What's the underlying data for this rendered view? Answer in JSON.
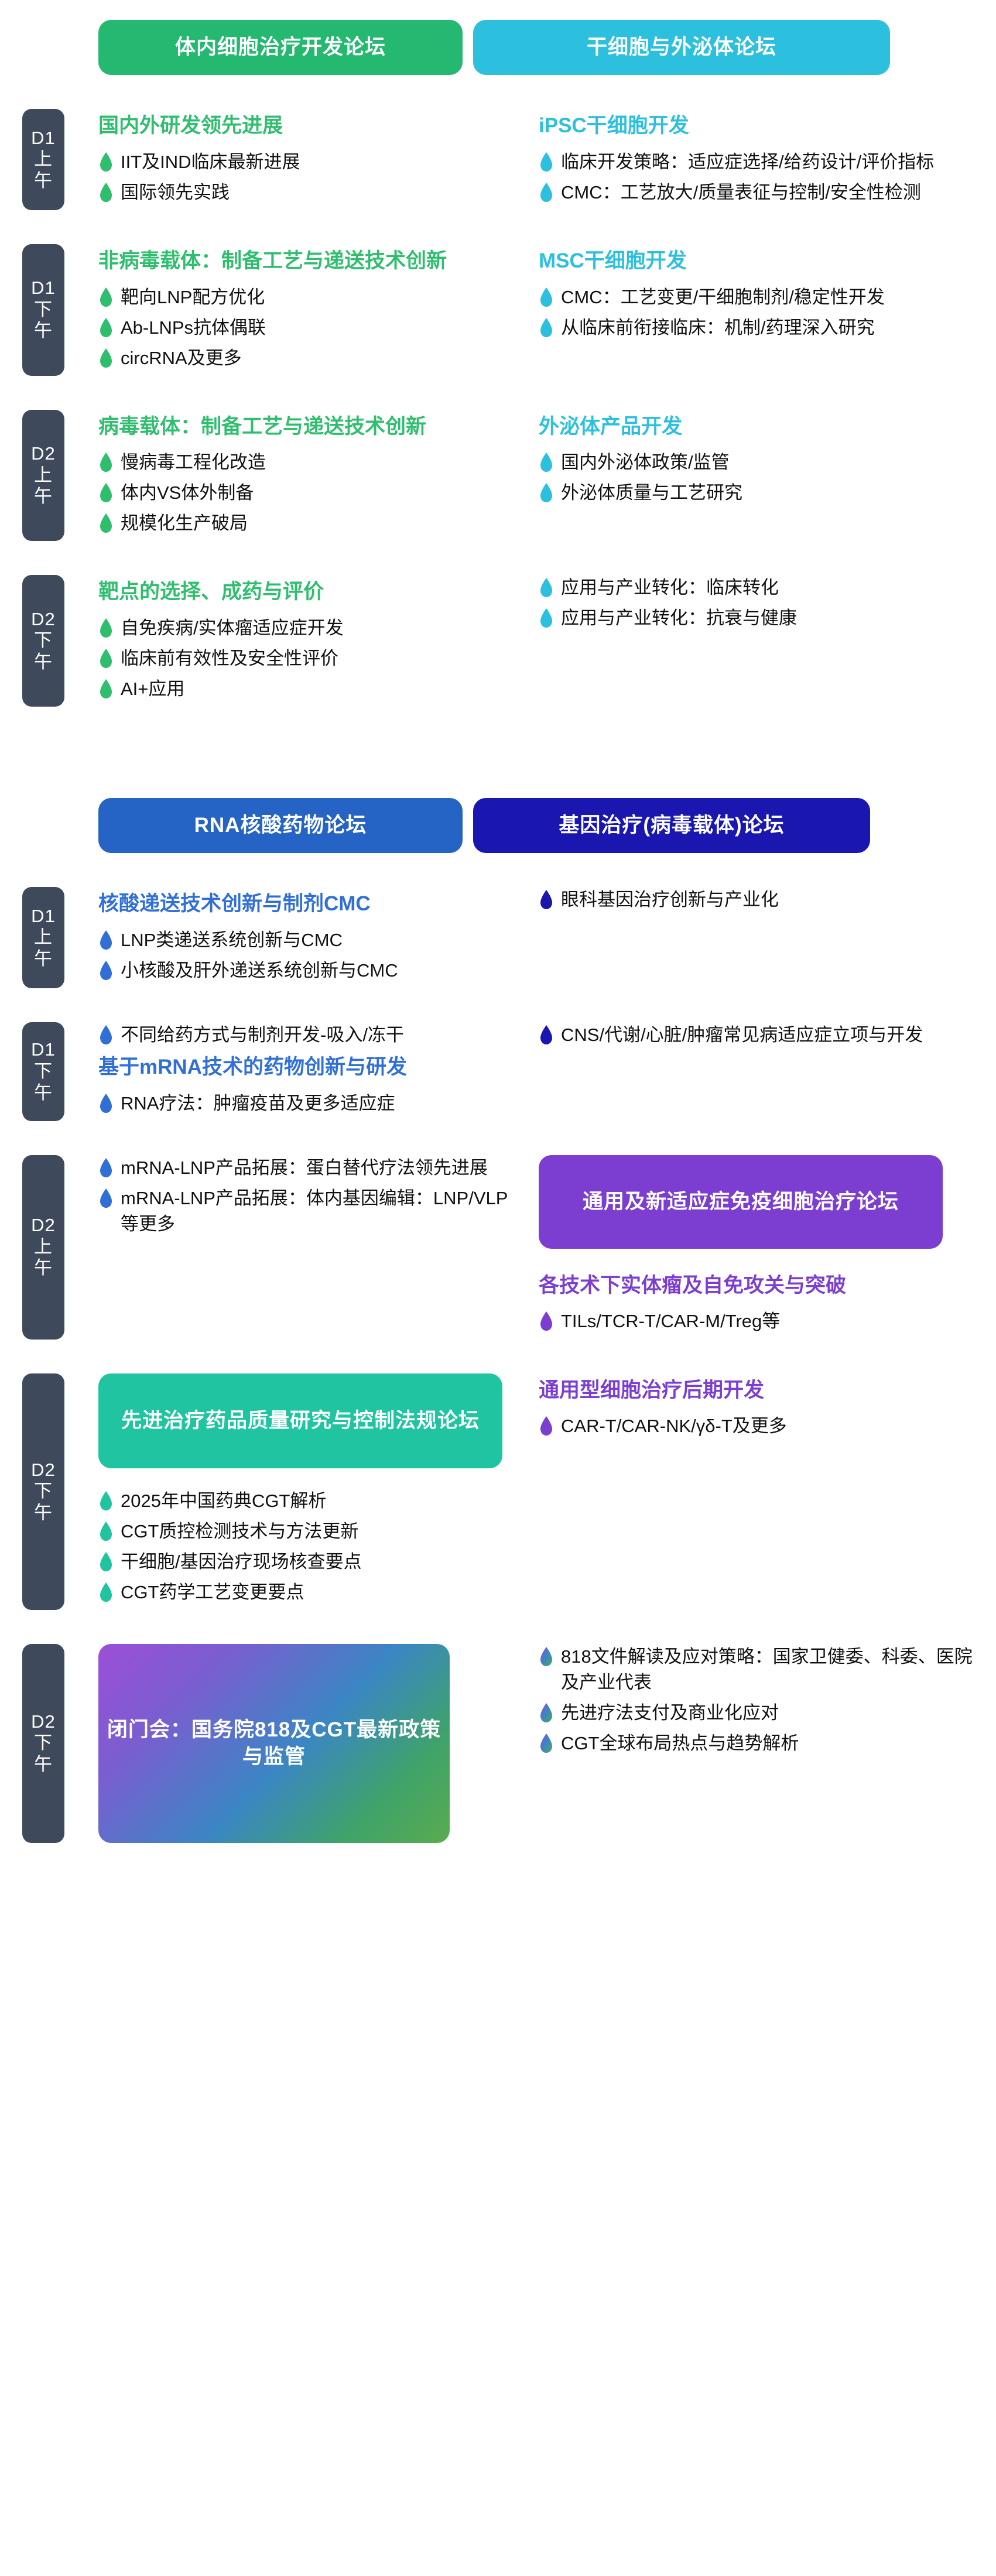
{
  "colors": {
    "green": "#2fbe6e",
    "cyan": "#2cc0de",
    "blue": "#2f6fd6",
    "navy": "#1a17b0",
    "purple": "#7c3ed0",
    "teal": "#20c4a0",
    "daytag_bg": "#3e4a5c",
    "pill_green": "#25b871",
    "pill_cyan": "#2cc0de",
    "pill_blue": "#2563c4",
    "pill_navy": "#1a17b0",
    "pill_purple": "#7c3ed0",
    "pill_teal": "#20c4a0"
  },
  "sections": [
    {
      "headers": [
        {
          "label": "体内细胞治疗开发论坛",
          "style": "w-green"
        },
        {
          "label": "干细胞与外泌体论坛",
          "style": "w-cyan"
        }
      ],
      "slots": [
        {
          "day": "D1",
          "part_1": "上",
          "part_2": "午",
          "left": {
            "title": "国内外研发领先进展",
            "title_color": "c-green",
            "bullet_color": "green",
            "bullets": [
              "IIT及IND临床最新进展",
              "国际领先实践"
            ]
          },
          "right": {
            "title": "iPSC干细胞开发",
            "title_color": "c-cyan",
            "bullet_color": "cyan",
            "bullets": [
              "临床开发策略：适应症选择/给药设计/评价指标",
              "CMC：工艺放大/质量表征与控制/安全性检测"
            ]
          }
        },
        {
          "day": "D1",
          "part_1": "下",
          "part_2": "午",
          "left": {
            "title": "非病毒载体：制备工艺与递送技术创新",
            "title_color": "c-green",
            "bullet_color": "green",
            "bullets": [
              "靶向LNP配方优化",
              "Ab-LNPs抗体偶联",
              "circRNA及更多"
            ]
          },
          "right": {
            "title": "MSC干细胞开发",
            "title_color": "c-cyan",
            "bullet_color": "cyan",
            "bullets": [
              "CMC：工艺变更/干细胞制剂/稳定性开发",
              "从临床前衔接临床：机制/药理深入研究"
            ]
          }
        },
        {
          "day": "D2",
          "part_1": "上",
          "part_2": "午",
          "left": {
            "title": "病毒载体：制备工艺与递送技术创新",
            "title_color": "c-green",
            "bullet_color": "green",
            "bullets": [
              "慢病毒工程化改造",
              "体内VS体外制备",
              "规模化生产破局"
            ]
          },
          "right": {
            "title": "外泌体产品开发",
            "title_color": "c-cyan",
            "bullet_color": "cyan",
            "bullets": [
              "国内外泌体政策/监管",
              "外泌体质量与工艺研究"
            ]
          }
        },
        {
          "day": "D2",
          "part_1": "下",
          "part_2": "午",
          "left": {
            "title": "靶点的选择、成药与评价",
            "title_color": "c-green",
            "bullet_color": "green",
            "bullets": [
              "自免疾病/实体瘤适应症开发",
              "临床前有效性及安全性评价",
              "AI+应用"
            ]
          },
          "right": {
            "title": "",
            "title_color": "c-cyan",
            "bullet_color": "cyan",
            "bullets": [
              "应用与产业转化：临床转化",
              "应用与产业转化：抗衰与健康"
            ]
          }
        }
      ]
    },
    {
      "headers": [
        {
          "label": "RNA核酸药物论坛",
          "style": "w-blue"
        },
        {
          "label": "基因治疗(病毒载体)论坛",
          "style": "w-navy"
        }
      ],
      "slots": [
        {
          "day": "D1",
          "part_1": "上",
          "part_2": "午",
          "left": {
            "title": "核酸递送技术创新与制剂CMC",
            "title_color": "c-blue",
            "bullet_color": "blue",
            "bullets": [
              "LNP类递送系统创新与CMC",
              "小核酸及肝外递送系统创新与CMC"
            ]
          },
          "right": {
            "title": "",
            "title_color": "c-navy",
            "bullet_color": "navy",
            "bullets": [
              "眼科基因治疗创新与产业化"
            ]
          }
        },
        {
          "day": "D1",
          "part_1": "下",
          "part_2": "午",
          "left": {
            "title": "",
            "title_color": "c-blue",
            "bullet_color": "blue",
            "bullets_before": [
              "不同给药方式与制剂开发-吸入/冻干"
            ],
            "mid_title": "基于mRNA技术的药物创新与研发",
            "mid_title_color": "c-blue",
            "bullets": [
              "RNA疗法：肿瘤疫苗及更多适应症"
            ]
          },
          "right": {
            "title": "",
            "title_color": "c-navy",
            "bullet_color": "navy",
            "bullets": [
              "CNS/代谢/心脏/肿瘤常见病适应症立项与开发"
            ]
          }
        },
        {
          "day": "D2",
          "part_1": "上",
          "part_2": "午",
          "left": {
            "title": "",
            "title_color": "c-blue",
            "bullet_color": "blue",
            "bullets": [
              "mRNA-LNP产品拓展：蛋白替代疗法领先进展",
              "mRNA-LNP产品拓展：体内基因编辑：LNP/VLP等更多"
            ]
          },
          "right": {
            "inline_header": {
              "label": "通用及新适应症免疫细胞治疗论坛",
              "style": "w-purple"
            },
            "title": "各技术下实体瘤及自免攻关与突破",
            "title_color": "c-purple",
            "bullet_color": "purple",
            "bullets": [
              "TILs/TCR-T/CAR-M/Treg等"
            ]
          }
        },
        {
          "day": "D2",
          "part_1": "下",
          "part_2": "午",
          "left": {
            "inline_header": {
              "label": "先进治疗药品质量研究与控制法规论坛",
              "style": "w-teal"
            },
            "title": "",
            "title_color": "c-teal",
            "bullet_color": "teal",
            "bullets": [
              "2025年中国药典CGT解析",
              "CGT质控检测技术与方法更新",
              "干细胞/基因治疗现场核查要点",
              "CGT药学工艺变更要点"
            ]
          },
          "right": {
            "title": "通用型细胞治疗后期开发",
            "title_color": "c-purple",
            "bullet_color": "purple",
            "bullets": [
              "CAR-T/CAR-NK/γδ-T及更多"
            ]
          }
        }
      ]
    }
  ],
  "closing": {
    "day": "D2",
    "part_1": "下",
    "part_2": "午",
    "pill": {
      "label": "闭门会：国务院818及CGT最新政策与监管",
      "style": "w-grad"
    },
    "bullet_color": "grad",
    "bullets": [
      "818文件解读及应对策略：国家卫健委、科委、医院及产业代表",
      "先进疗法支付及商业化应对",
      "CGT全球布局热点与趋势解析"
    ]
  }
}
